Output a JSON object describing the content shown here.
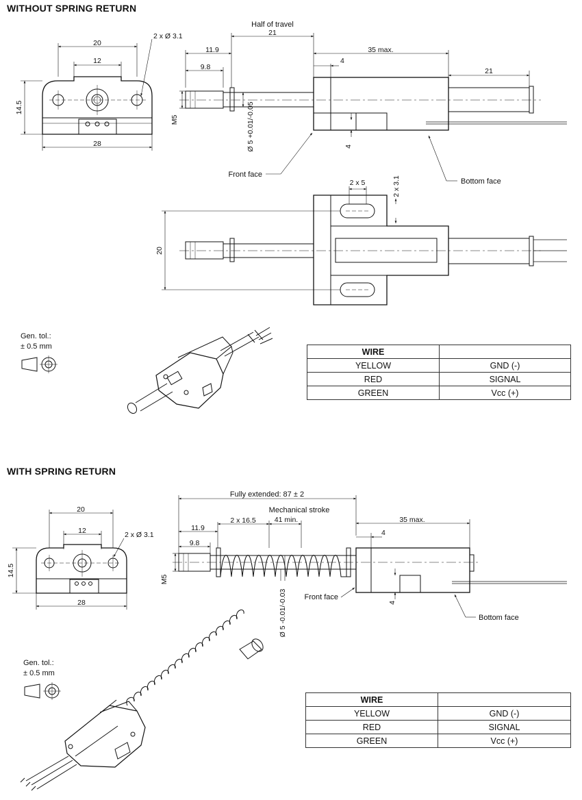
{
  "sections": {
    "without": {
      "title": "WITHOUT SPRING RETURN",
      "dims": {
        "width_outer": "20",
        "width_inner": "12",
        "holes": "2 x Ø 3.1",
        "height": "14.5",
        "base_width": "28",
        "half_travel_label": "Half of travel",
        "half_travel": "21",
        "d119": "11.9",
        "d98": "9.8",
        "m5": "M5",
        "d4_top": "4",
        "max35": "35 max.",
        "d21_right": "21",
        "d4_bottom": "4",
        "slot": "2 x 5",
        "slot_h": "2 x 3.1",
        "plan_height": "20"
      },
      "labels": {
        "front_face": "Front face",
        "bottom_face": "Bottom face"
      },
      "tolerance": {
        "label": "Gen. tol.:",
        "value": "± 0.5 mm"
      },
      "wire_table": {
        "header": "WIRE",
        "rows": [
          {
            "color": "YELLOW",
            "signal": "GND (-)"
          },
          {
            "color": "RED",
            "signal": "SIGNAL"
          },
          {
            "color": "GREEN",
            "signal": "Vcc (+)"
          }
        ]
      }
    },
    "with": {
      "title": "WITH SPRING RETURN",
      "dims": {
        "width_outer": "20",
        "width_inner": "12",
        "holes": "2 x Ø 3.1",
        "height": "14.5",
        "base_width": "28",
        "fully_extended": "Fully extended: 87 ± 2",
        "d119": "11.9",
        "d98": "9.8",
        "spring": "2 x 16.5",
        "mech_label": "Mechanical stroke",
        "mech_value": "41 min.",
        "d4_top": "4",
        "max35": "35 max.",
        "m5": "M5",
        "d4_bottom": "4"
      },
      "labels": {
        "front_face": "Front face",
        "bottom_face": "Bottom face"
      },
      "tolerance": {
        "label": "Gen. tol.:",
        "value": "± 0.5 mm"
      },
      "wire_table": {
        "header": "WIRE",
        "rows": [
          {
            "color": "YELLOW",
            "signal": "GND (-)"
          },
          {
            "color": "RED",
            "signal": "SIGNAL"
          },
          {
            "color": "GREEN",
            "signal": "Vcc (+)"
          }
        ]
      }
    }
  }
}
